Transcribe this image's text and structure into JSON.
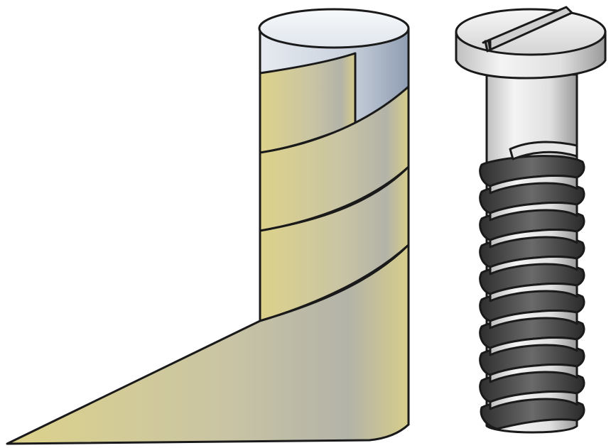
{
  "figure": {
    "subject": "inclined-plane-wrapped-around-cylinder-and-screw",
    "parts": [
      "paper-wedge",
      "cylinder",
      "screw"
    ]
  },
  "colors": {
    "paper": "#d9d08a",
    "paper_shade": "#b9b49c",
    "cylinder_light": "#eef1f5",
    "cylinder_dark": "#a9b5c6",
    "metal_light": "#f2f2f2",
    "metal_dark": "#9c9c9c",
    "thread_dark": "#3a3a3a",
    "outline": "#1a1a1a"
  },
  "icons": [
    "cylinder-icon",
    "screw-icon",
    "inclined-plane-icon"
  ]
}
